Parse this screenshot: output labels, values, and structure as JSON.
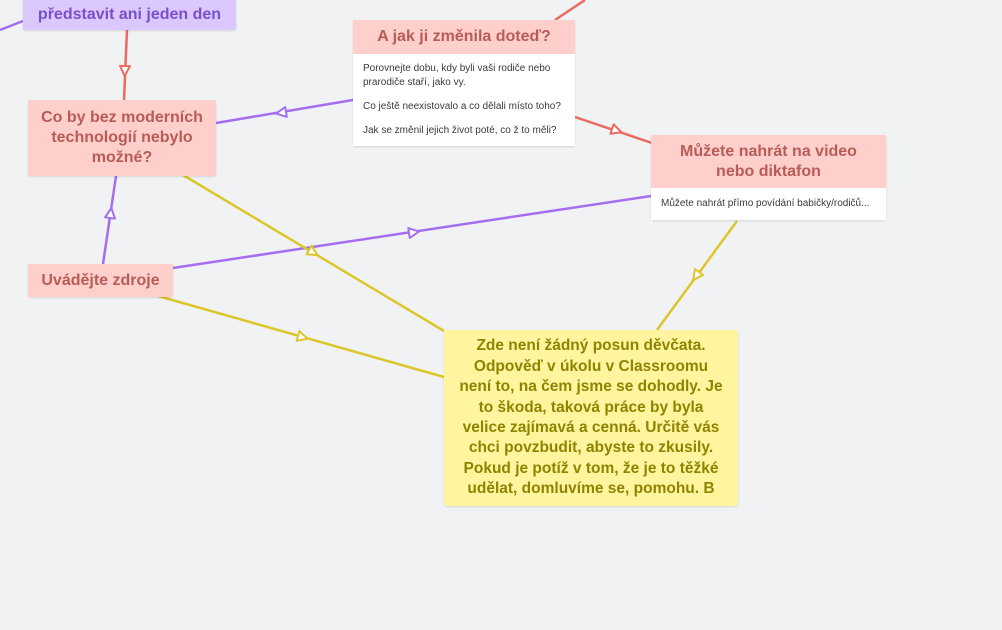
{
  "nodes": {
    "top_purple": {
      "title": "představit ani jeden den"
    },
    "changed_now": {
      "title": "A jak ji změnila doteď?",
      "notes": [
        "Porovnejte dobu, kdy byli vaši rodiče nebo prarodiče staří, jako vy.",
        "Co ještě neexistovalo a co dělali místo toho?",
        "Jak se změnil jejich život poté, co ž to měli?"
      ]
    },
    "without_tech": {
      "title": "Co by bez moderních technologií nebylo možné?"
    },
    "record_video": {
      "title": "Můžete nahrát na video nebo diktafon",
      "note": "Můžete nahrát přímo povídání babičky/rodičů..."
    },
    "sources": {
      "title": "Uvádějte zdroje"
    },
    "comment": {
      "text": "Zde není žádný posun děvčata. Odpověď v úkolu v Classroomu není to, na čem jsme se dohodly. Je to škoda, taková práce by byla velice zajímavá a cenná. Určitě vás chci povzbudit, abyste to zkusily. Pokud je potíž v tom, že je to těžké udělat, domluvíme se, pomohu. B"
    }
  },
  "colors": {
    "red_edge": "#ee6a5e",
    "purple_edge": "#a56ef0",
    "yellow_edge": "#dcc62a"
  }
}
